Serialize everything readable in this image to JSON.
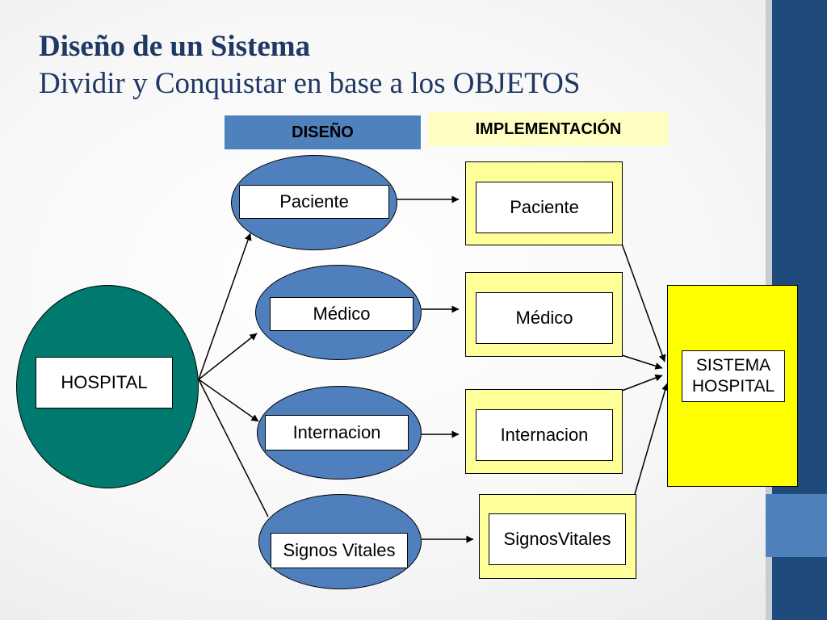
{
  "title": {
    "line1": "Diseño de un Sistema",
    "line2": "Dividir y Conquistar en base a los OBJETOS"
  },
  "headers": {
    "design": "DISEÑO",
    "implementation": "IMPLEMENTACIÓN"
  },
  "root": {
    "label": "HOSPITAL"
  },
  "design_objects": [
    "Paciente",
    "Médico",
    "Internacion",
    "Signos Vitales"
  ],
  "implementation_objects": [
    "Paciente",
    "Médico",
    "Internacion",
    "SignosVitales"
  ],
  "system": {
    "line1": "SISTEMA",
    "line2": "HOSPITAL"
  },
  "colors": {
    "title": "#1f3864",
    "design_fill": "#4f7fbd",
    "root_fill": "#007a6f",
    "impl_fill": "#ffff99",
    "system_fill": "#ffff00",
    "sidebar_dark": "#1f4a7c",
    "sidebar_mid": "#4f81bd"
  }
}
